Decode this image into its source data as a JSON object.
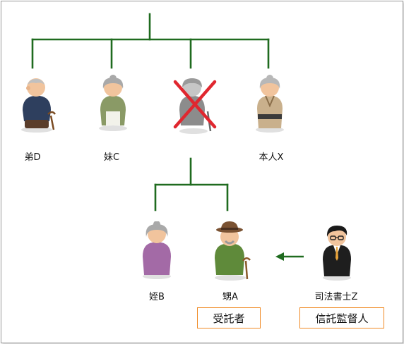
{
  "colors": {
    "line": "#1f6b1f",
    "cross": "#e0272f",
    "highlight_border": "#f08a24"
  },
  "generation_1": [
    {
      "id": "younger-brother-d",
      "label": "弟D",
      "icon": "elderly-man-with-cane-icon"
    },
    {
      "id": "younger-sister-c",
      "label": "妹C",
      "icon": "elderly-woman-with-apron-icon"
    },
    {
      "id": "deceased-sibling",
      "label": "",
      "icon": "deceased-elderly-person-crossed-icon",
      "deceased": true
    },
    {
      "id": "principal-x",
      "label": "本人X",
      "icon": "elderly-woman-kimono-icon"
    }
  ],
  "generation_2": [
    {
      "id": "niece-b",
      "label": "姪B",
      "icon": "elderly-woman-purple-icon"
    },
    {
      "id": "nephew-a",
      "label": "甥A",
      "icon": "elderly-man-hat-cane-icon"
    }
  ],
  "outside": {
    "id": "judicial-scrivener-z",
    "label": "司法書士Z",
    "icon": "businessman-glasses-icon"
  },
  "roles": {
    "trustee": "受託者",
    "trust_supervisor": "信託監督人"
  },
  "arrow": {
    "from": "judicial-scrivener-z",
    "to": "nephew-a"
  }
}
